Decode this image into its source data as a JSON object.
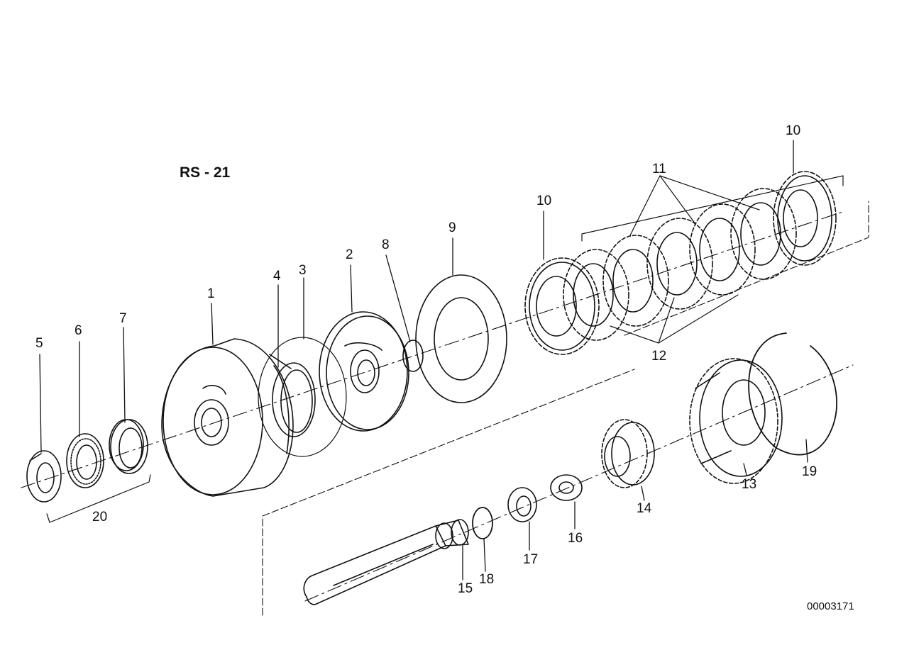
{
  "diagram": {
    "title": "RS - 21",
    "document_number": "00003171",
    "callouts": {
      "c1": "1",
      "c2": "2",
      "c3": "3",
      "c4": "4",
      "c5": "5",
      "c6": "6",
      "c7": "7",
      "c8": "8",
      "c9": "9",
      "c10a": "10",
      "c10b": "10",
      "c11": "11",
      "c12": "12",
      "c13": "13",
      "c14": "14",
      "c15": "15",
      "c16": "16",
      "c17": "17",
      "c18": "18",
      "c19": "19",
      "c20": "20"
    },
    "colors": {
      "ink": "#111111",
      "paper": "#ffffff"
    }
  }
}
